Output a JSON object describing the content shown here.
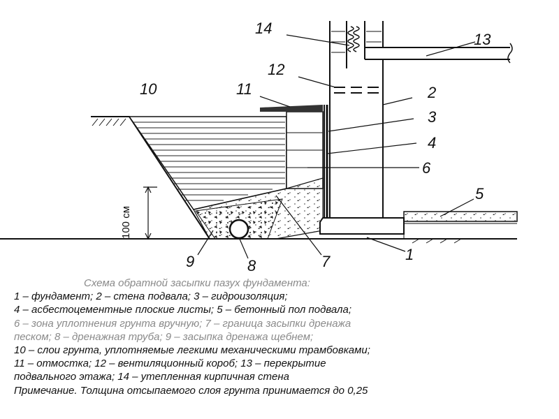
{
  "diagram": {
    "labels": {
      "n1": "1",
      "n2": "2",
      "n3": "3",
      "n4": "4",
      "n5": "5",
      "n6": "6",
      "n7": "7",
      "n8": "8",
      "n9": "9",
      "n10": "10",
      "n11": "11",
      "n12": "12",
      "n13": "13",
      "n14": "14"
    },
    "dimension": "100 см"
  },
  "caption": {
    "title": "Схема обратной засыпки пазух фундамента:",
    "lines": [
      "1 – фундамент; 2 – стена подвала; 3 – гидроизоляция;",
      "4 – асбестоцементные плоские листы; 5 – бетонный пол подвала;",
      "6 – зона уплотнения грунта вручную; 7 – граница засыпки дренажа",
      "песком; 8 – дренажная труба; 9 – засыпка дренажа щебнем;",
      "10 – слои грунта, уплотняемые легкими механическими трамбовками;",
      "11 – отмостка; 12 – вентиляционный короб; 13 – перекрытие",
      "подвального этажа; 14 – утепленная кирпичная стена",
      "Примечание. Толщина отсыпаемого слоя грунта принимается до 0,25"
    ]
  }
}
